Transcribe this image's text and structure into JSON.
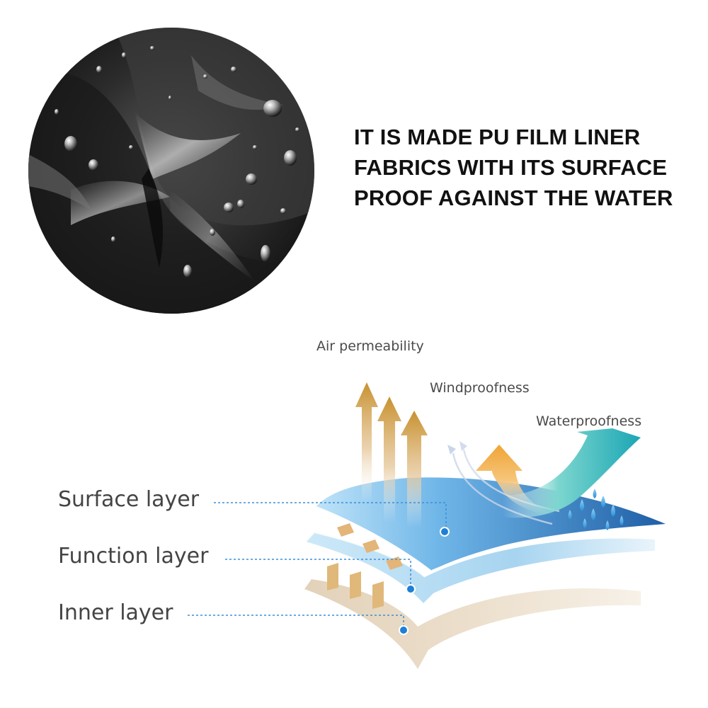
{
  "headline": {
    "line1": "IT IS MADE PU FILM LINER",
    "line2": "FABRICS WITH ITS SURFACE",
    "line3": "PROOF AGAINST THE WATER"
  },
  "diagram": {
    "labels": {
      "air": "Air permeability",
      "wind": "Windproofness",
      "water": "Waterproofness"
    },
    "layers": {
      "surface": "Surface layer",
      "function": "Function layer",
      "inner": "Inner layer"
    },
    "colors": {
      "surface_layer": "#2a76c0",
      "function_layer": "#a9d6f0",
      "inner_layer": "#d7c3a6",
      "air_arrow": "#d1a35c",
      "wind_arrow": "#f3b35a",
      "water_arrow": "#26b9b2",
      "dot": "#1e7fd6"
    }
  }
}
